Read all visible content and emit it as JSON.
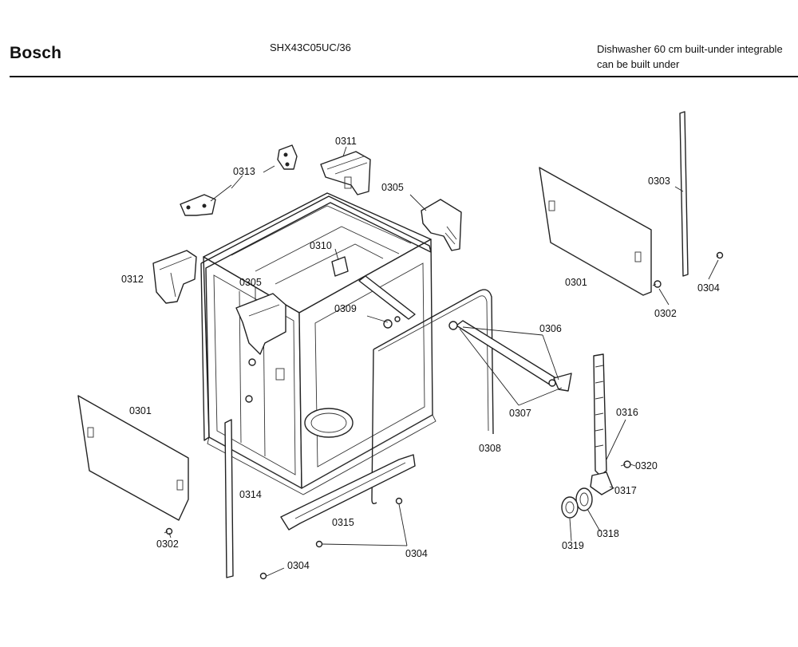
{
  "header": {
    "brand": "Bosch",
    "model": "SHX43C05UC/36",
    "description_line1": "Dishwasher 60 cm built-under integrable",
    "description_line2": "can be built under"
  },
  "parts": {
    "p0301_right": "0301",
    "p0301_left": "0301",
    "p0302_right": "0302",
    "p0302_left": "0302",
    "p0303": "0303",
    "p0304_right": "0304",
    "p0304_mid": "0304",
    "p0304_bottom": "0304",
    "p0305_top": "0305",
    "p0305_inner": "0305",
    "p0306": "0306",
    "p0307": "0307",
    "p0308": "0308",
    "p0309": "0309",
    "p0310": "0310",
    "p0311": "0311",
    "p0312": "0312",
    "p0313": "0313",
    "p0314": "0314",
    "p0315": "0315",
    "p0316": "0316",
    "p0317": "0317",
    "p0318": "0318",
    "p0319": "0319",
    "p0320": "0320"
  }
}
